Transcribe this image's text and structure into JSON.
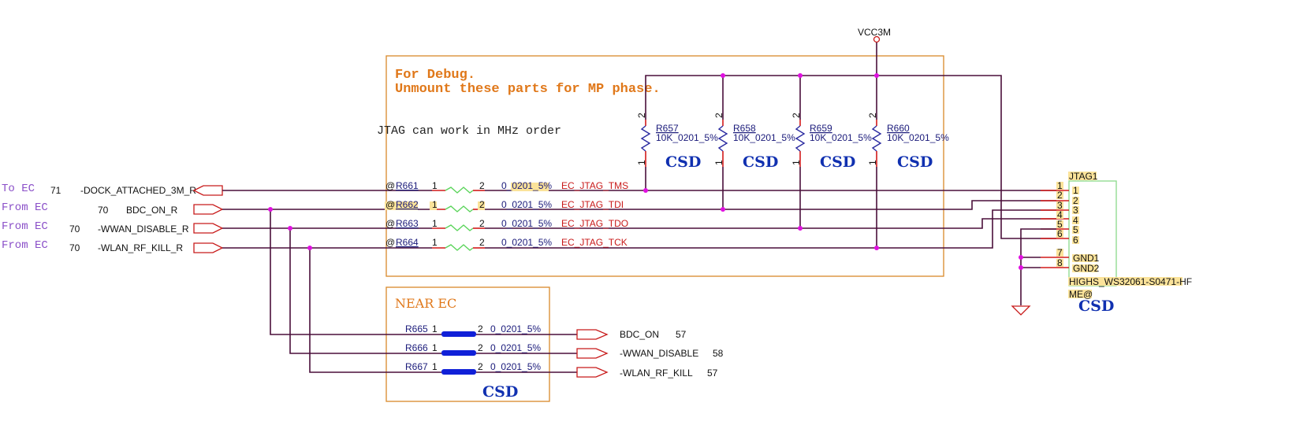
{
  "notes": {
    "debug_line1": "For Debug.",
    "debug_line2": "Unmount these parts for MP phase.",
    "jtag_speed": "JTAG can work in MHz order",
    "near_ec": "NEAR EC"
  },
  "power": {
    "rail": "VCC3M"
  },
  "ec_ports": [
    {
      "direction": "To EC",
      "page": "71",
      "net": "-DOCK_ATTACHED_3M_R"
    },
    {
      "direction": "From EC",
      "page": "70",
      "net": "BDC_ON_R"
    },
    {
      "direction": "From EC",
      "page": "70",
      "net": "-WWAN_DISABLE_R"
    },
    {
      "direction": "From EC",
      "page": "70",
      "net": "-WLAN_RF_KILL_R"
    }
  ],
  "series_resistors": [
    {
      "prefix": "@",
      "ref": "R661",
      "pin1": "1",
      "pin2": "2",
      "value": "0_0201_5%",
      "net": "EC_JTAG_TMS"
    },
    {
      "prefix": "@",
      "ref": "R662",
      "pin1": "1",
      "pin2": "2",
      "value": "0_0201_5%",
      "net": "EC_JTAG_TDI"
    },
    {
      "prefix": "@",
      "ref": "R663",
      "pin1": "1",
      "pin2": "2",
      "value": "0_0201_5%",
      "net": "EC_JTAG_TDO"
    },
    {
      "prefix": "@",
      "ref": "R664",
      "pin1": "1",
      "pin2": "2",
      "value": "0_0201_5%",
      "net": "EC_JTAG_TCK"
    }
  ],
  "pullups": [
    {
      "ref": "R657",
      "value": "10K_0201_5%",
      "pin_top": "2",
      "pin_bottom": "1",
      "tag": "CSD"
    },
    {
      "ref": "R658",
      "value": "10K_0201_5%",
      "pin_top": "2",
      "pin_bottom": "1",
      "tag": "CSD"
    },
    {
      "ref": "R659",
      "value": "10K_0201_5%",
      "pin_top": "2",
      "pin_bottom": "1",
      "tag": "CSD"
    },
    {
      "ref": "R660",
      "value": "10K_0201_5%",
      "pin_top": "2",
      "pin_bottom": "1",
      "tag": "CSD"
    }
  ],
  "connector": {
    "ref": "JTAG1",
    "part": "HIGHS_WS32061-S0471-HF",
    "option": "ME@",
    "tag": "CSD",
    "outer_pins": [
      "1",
      "2",
      "3",
      "4",
      "5",
      "6",
      "7",
      "8"
    ],
    "inner_pins": [
      "1",
      "2",
      "3",
      "4",
      "5",
      "6",
      "GND1",
      "GND2"
    ]
  },
  "near_ec_resistors": [
    {
      "ref": "R665",
      "pin1": "1",
      "pin2": "2",
      "value": "0_0201_5%",
      "net": "BDC_ON",
      "page": "57"
    },
    {
      "ref": "R666",
      "pin1": "1",
      "pin2": "2",
      "value": "0_0201_5%",
      "net": "-WWAN_DISABLE",
      "page": "58"
    },
    {
      "ref": "R667",
      "pin1": "1",
      "pin2": "2",
      "value": "0_0201_5%",
      "net": "-WLAN_RF_KILL",
      "page": "57"
    }
  ],
  "near_ec_tag": "CSD",
  "colors": {
    "wire": "#4a0f3a",
    "junction": "#e010e0",
    "frame": "#d9892a",
    "net_label": "#c81a1a",
    "csd": "#1030b0",
    "ec_label": "#8a4fc8",
    "highlight": "#fbe39a"
  }
}
